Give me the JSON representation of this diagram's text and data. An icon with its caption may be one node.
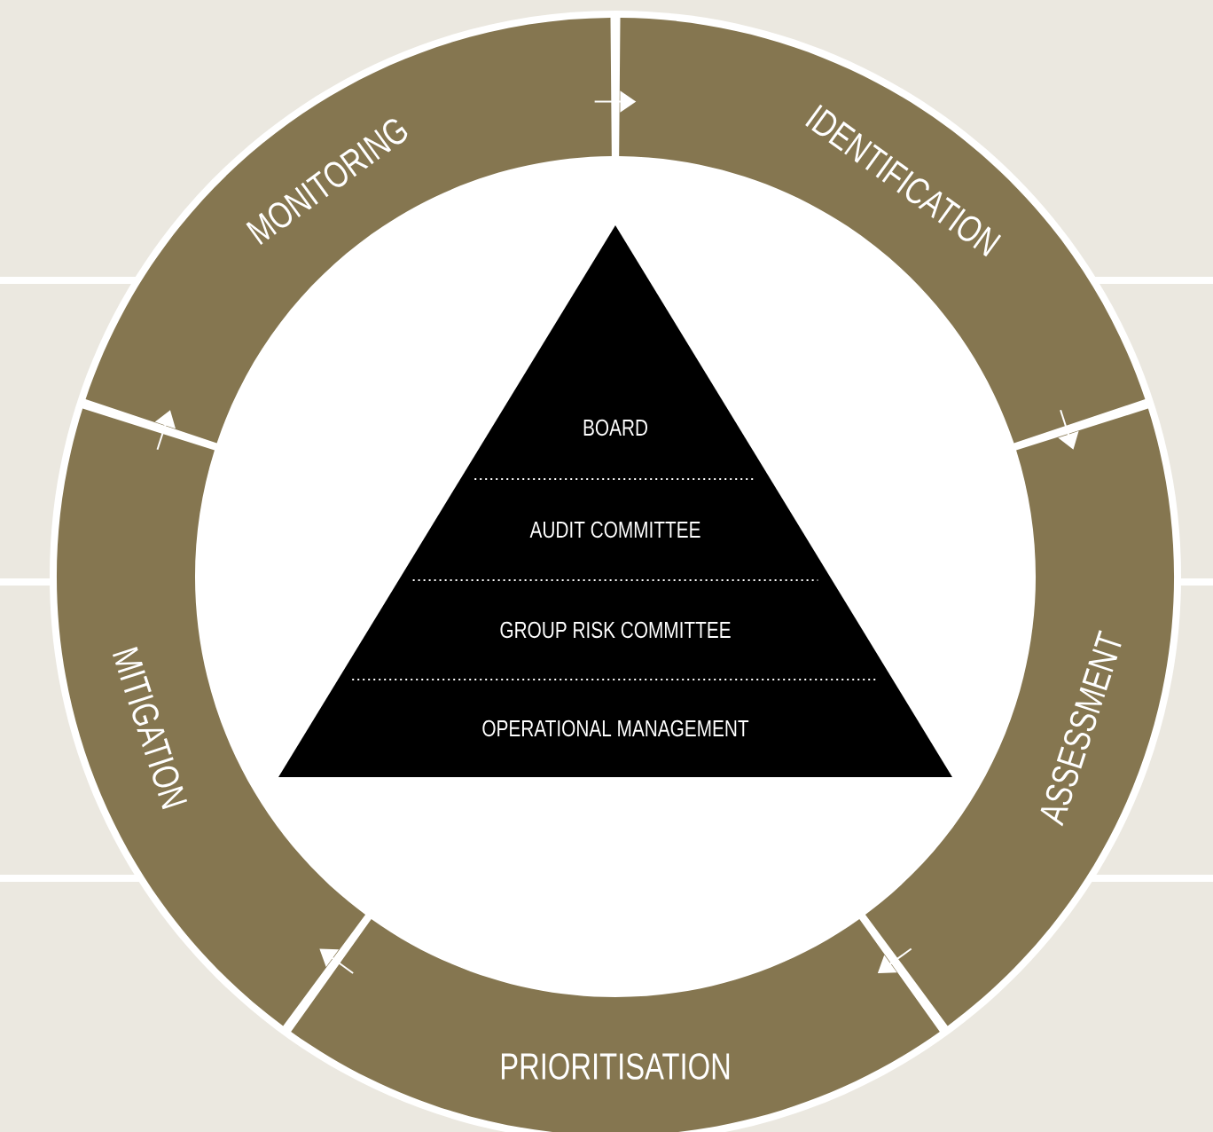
{
  "diagram": {
    "nodes": [
      {
        "text": [
          "IDENTIFICATION"
        ]
      },
      {
        "text": [
          "ASSESSMENT"
        ]
      },
      {
        "text": [
          "PRIORITISATION"
        ]
      },
      {
        "text": [
          "MITIGATION"
        ]
      },
      {
        "text": [
          "MONITORING"
        ]
      },
      {
        "text": [
          "BOARD"
        ]
      },
      {
        "text": [
          "AUDIT COMMITTEE"
        ]
      },
      {
        "text": [
          "GROUP RISK COMMITTEE"
        ]
      },
      {
        "text": [
          "OPERATIONAL MANAGEMENT"
        ]
      }
    ],
    "edges": [
      {
        "from": 4,
        "to": 0,
        "arrow": "to"
      },
      {
        "from": 0,
        "to": 1,
        "arrow": "to"
      },
      {
        "from": 1,
        "to": 2,
        "arrow": "to"
      },
      {
        "from": 2,
        "to": 3,
        "arrow": "to"
      },
      {
        "from": 3,
        "to": 4,
        "arrow": "to"
      }
    ]
  }
}
